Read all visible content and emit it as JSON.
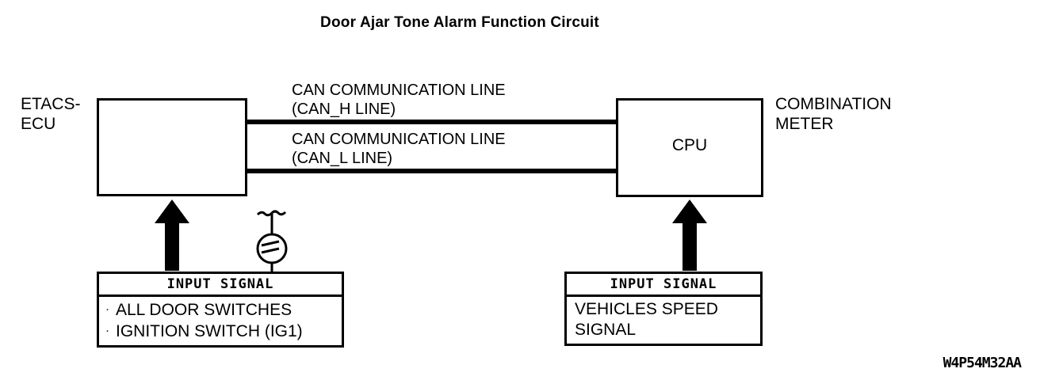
{
  "title": "Door Ajar Tone Alarm Function Circuit",
  "components": {
    "etacs": {
      "label": "ETACS-\nECU",
      "symbol_name": "tone-alarm-buzzer-symbol"
    },
    "combination_meter": {
      "label": "COMBINATION\nMETER",
      "cpu_label": "CPU"
    }
  },
  "bus_lines": [
    {
      "name": "can-h",
      "text": "CAN COMMUNICATION LINE\n(CAN_H LINE)"
    },
    {
      "name": "can-l",
      "text": "CAN COMMUNICATION LINE\n(CAN_L LINE)"
    }
  ],
  "signal_boxes": {
    "left": {
      "header": "INPUT SIGNAL",
      "items": [
        {
          "bullet": "·",
          "text": "ALL DOOR SWITCHES"
        },
        {
          "bullet": "·",
          "text": "IGNITION SWITCH (IG1)"
        }
      ]
    },
    "right": {
      "header": "INPUT SIGNAL",
      "items": [
        {
          "bullet": "",
          "text": "VEHICLES SPEED\nSIGNAL"
        }
      ]
    }
  },
  "drawing_code": "W4P54M32AA",
  "colors": {
    "ink": "#000000",
    "paper": "#ffffff"
  }
}
